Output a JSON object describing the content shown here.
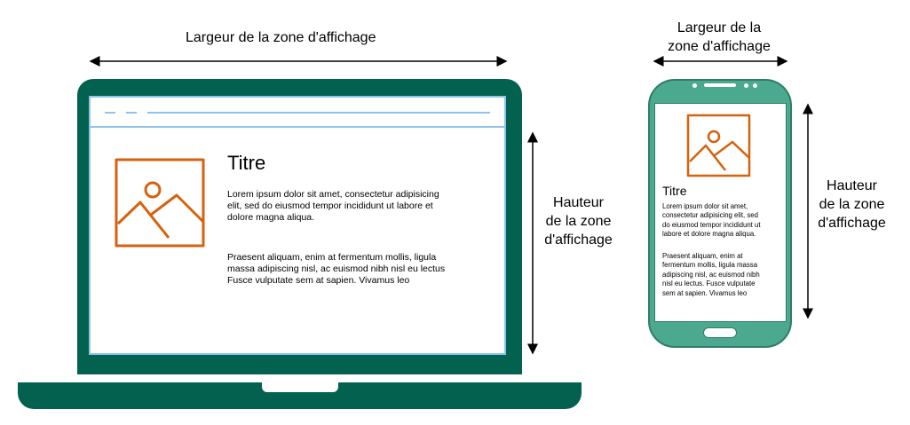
{
  "colors": {
    "laptop": "#03614f",
    "phone": "#4aa98e",
    "image_icon": "#d4620f",
    "browser_bar": "#8ec3ea"
  },
  "laptop": {
    "width_label": "Largeur de la zone d'affichage",
    "height_label": "Hauteur\nde la zone\nd'affichage",
    "content": {
      "icon": "image-icon",
      "title": "Titre",
      "paragraph1": "Lorem ipsum dolor sit amet, consectetur adipisicing\nelit, sed do eiusmod tempor incididunt ut labore et\ndolore magna aliqua.",
      "paragraph2": "Praesent aliquam, enim at fermentum mollis, ligula\nmassa adipiscing nisl, ac euismod nibh nisl eu lectus\nFusce vulputate sem at sapien. Vivamus leo"
    }
  },
  "phone": {
    "width_label": "Largeur de la\nzone d'affichage",
    "height_label": "Hauteur\nde la zone\nd'affichage",
    "content": {
      "icon": "image-icon",
      "title": "Titre",
      "paragraph1": "Lorem ipsum dolor sit amet,\nconsectetur adipisicing elit, sed\ndo eiusmod tempor incididunt ut\nlabore et dolore magna aliqua.",
      "paragraph2": "Praesent aliquam, enim at\nfermentum mollis, ligula massa\nadipiscing nisl, ac euismod nibh\nnisl eu lectus. Fusce vulputate\nsem at sapien. Vivamus leo"
    }
  }
}
